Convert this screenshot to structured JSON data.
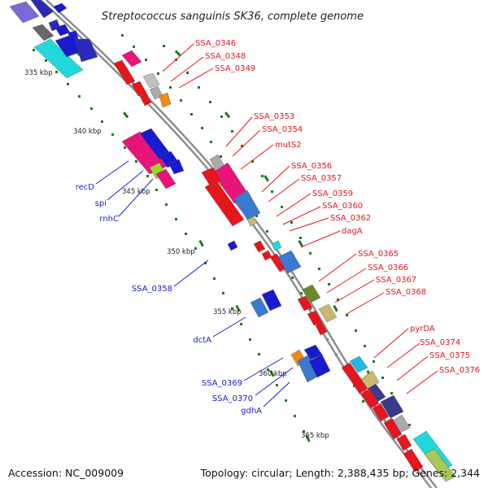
{
  "title": "Streptococcus sanguinis SK36, complete genome",
  "footer": {
    "accession": "Accession: NC_009009",
    "summary": "Topology: circular; Length: 2,388,435 bp; Genes: 2,344"
  },
  "scale_labels": [
    "335 kbp",
    "340 kbp",
    "345 kbp",
    "350 kbp",
    "355 kbp",
    "360 kbp",
    "365 kbp"
  ],
  "colors": {
    "backbone": "#8a8a8a",
    "tick": "#1d7a1d",
    "label_red": "#e8141e",
    "label_blue": "#1a1ad0"
  },
  "outer_labels": [
    "SSA_0346",
    "SSA_0348",
    "SSA_0349",
    "SSA_0353",
    "SSA_0354",
    "mutS2",
    "SSA_0356",
    "SSA_0357",
    "SSA_0359",
    "SSA_0360",
    "SSA_0362",
    "dagA",
    "SSA_0365",
    "SSA_0366",
    "SSA_0367",
    "SSA_0368",
    "pyrDA",
    "SSA_0374",
    "SSA_0375",
    "SSA_0376"
  ],
  "inner_labels": [
    "recD",
    "spi",
    "rnhC",
    "SSA_0358",
    "dctA",
    "SSA_0369",
    "SSA_0370",
    "gdhA"
  ]
}
